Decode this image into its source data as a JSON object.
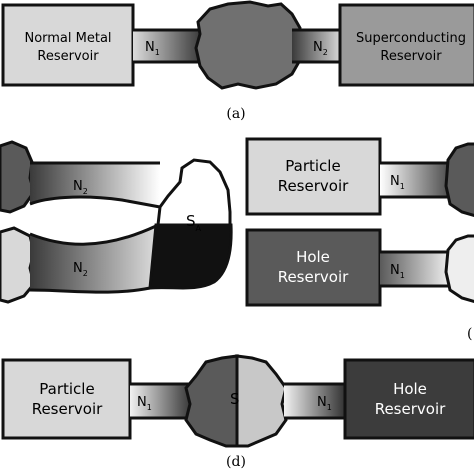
{
  "panel_a": {
    "left_reservoir": {
      "line1": "Normal Metal",
      "line2": "Reservoir"
    },
    "lead_left": {
      "base": "N",
      "sub": "1"
    },
    "lead_right": {
      "base": "N",
      "sub": "2"
    },
    "right_reservoir": {
      "line1": "Superconducting",
      "line2": "Reservoir"
    },
    "caption": "(a)"
  },
  "panel_b": {
    "lead_top": {
      "base": "N",
      "sub": "2"
    },
    "lead_bottom": {
      "base": "N",
      "sub": "2"
    },
    "island": {
      "base": "S",
      "sub": "A"
    }
  },
  "panel_c": {
    "top_reservoir": {
      "line1": "Particle",
      "line2": "Reservoir"
    },
    "lead_top": {
      "base": "N",
      "sub": "1"
    },
    "bottom_reservoir": {
      "line1": "Hole",
      "line2": "Reservoir"
    },
    "lead_bottom": {
      "base": "N",
      "sub": "1"
    },
    "caption_partial": "("
  },
  "panel_d": {
    "left_reservoir": {
      "line1": "Particle",
      "line2": "Reservoir"
    },
    "lead_left": {
      "base": "N",
      "sub": "1"
    },
    "island": "S",
    "lead_right": {
      "base": "N",
      "sub": "1"
    },
    "right_reservoir": {
      "line1": "Hole",
      "line2": "Reservoir"
    },
    "caption": "(d)"
  },
  "colors": {
    "dark": "#5a5a5a",
    "darker": "#3c3c3c",
    "light": "#d8d8d8",
    "mid": "#9a9a9a",
    "black": "#111111",
    "white": "#ffffff"
  }
}
